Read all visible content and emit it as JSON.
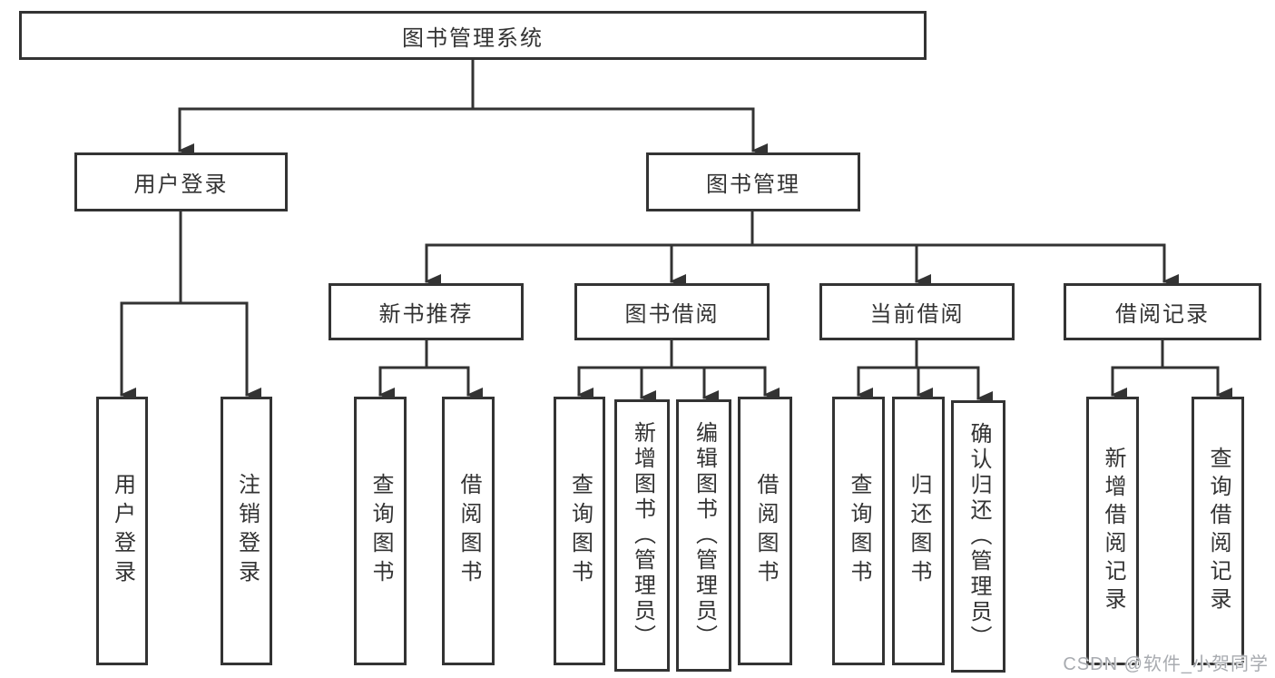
{
  "diagram": {
    "root": {
      "label": "图书管理系统"
    },
    "branches": [
      {
        "label": "用户登录",
        "children": [
          {
            "label": "用户登录"
          },
          {
            "label": "注销登录"
          }
        ]
      },
      {
        "label": "图书管理",
        "children": [
          {
            "label": "新书推荐",
            "children": [
              {
                "label": "查询图书"
              },
              {
                "label": "借阅图书"
              }
            ]
          },
          {
            "label": "图书借阅",
            "children": [
              {
                "label": "查询图书"
              },
              {
                "label": "新增图书（管理员）"
              },
              {
                "label": "编辑图书（管理员）"
              },
              {
                "label": "借阅图书"
              }
            ]
          },
          {
            "label": "当前借阅",
            "children": [
              {
                "label": "查询图书"
              },
              {
                "label": "归还图书"
              },
              {
                "label": "确认归还（管理员）"
              }
            ]
          },
          {
            "label": "借阅记录",
            "children": [
              {
                "label": "新增借阅记录"
              },
              {
                "label": "查询借阅记录"
              }
            ]
          }
        ]
      }
    ]
  },
  "watermark": {
    "text": "CSDN @软件_小贺同学"
  },
  "colors": {
    "line": "#333333",
    "text": "#333333",
    "background": "#ffffff",
    "watermark": "#a8abb0"
  }
}
